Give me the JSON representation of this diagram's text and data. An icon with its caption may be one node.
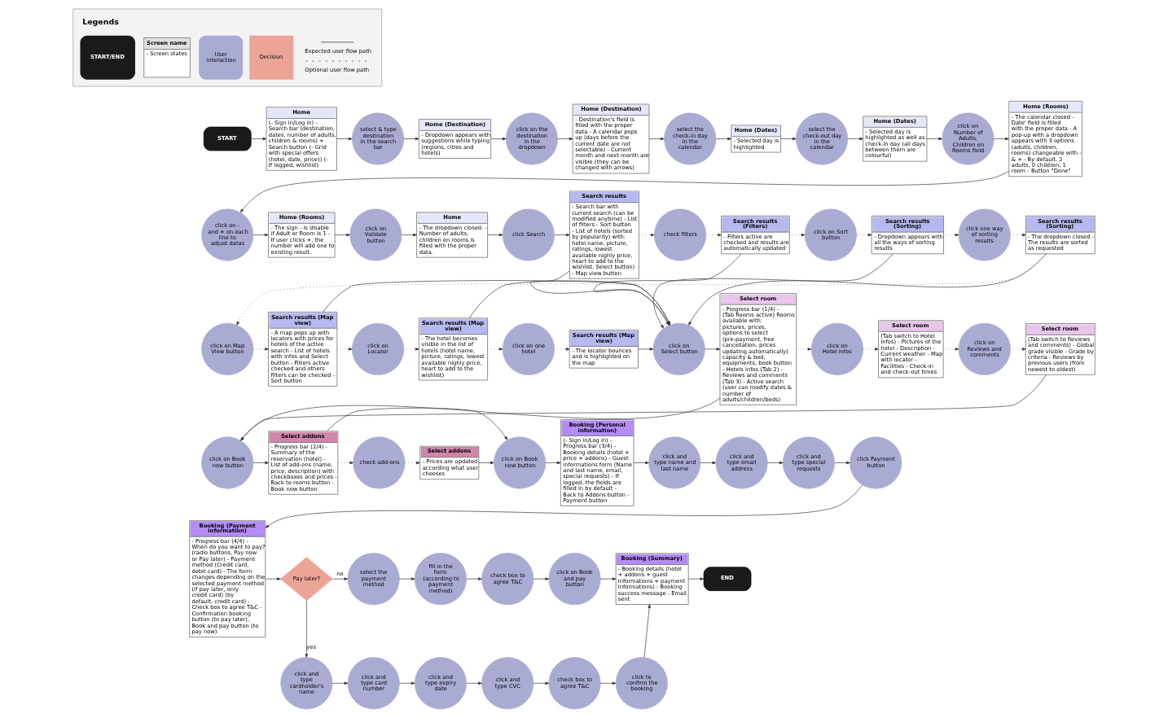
{
  "diagram": {
    "nodes": [
      {
        "text": [
          "START"
        ]
      },
      {
        "text": [
          "Home",
          "(- Sign in/Log in) - Search bar (destination, dates, number of adults, children & rooms) + Search button (- Grid with special offers (hotel, date, price)) (- If logged, wishlist)"
        ]
      },
      {
        "text": [
          "select & type destination in the search bar"
        ]
      },
      {
        "text": [
          "Home (Destination)",
          "- Dropdown appears with suggestions while typing (regions, cities and hotels)"
        ]
      },
      {
        "text": [
          "click on the destination in the dropdown"
        ]
      },
      {
        "text": [
          "Home (Destination)",
          "- Destination's field is filled with the proper data - A calendar pops up (days before the current date are not selectable) - Current month and next month are visible (they can be changed with arrows)"
        ]
      },
      {
        "text": [
          "select the check-in day in the calendar"
        ]
      },
      {
        "text": [
          "Home (Dates)",
          "- Selected day is highlighted"
        ]
      },
      {
        "text": [
          "select the check-out day in the calendar"
        ]
      },
      {
        "text": [
          "Home (Dates)",
          "- Selected day is highlighted as well as check-in day (all days between them are colourful)"
        ]
      },
      {
        "text": [
          "click on Number of Adults, Children en Rooms field"
        ]
      },
      {
        "text": [
          "Home (Rooms)",
          "- The calendar closed - Date' field is filled with the proper data - A pop-up with a dropdown appears with 3 options (adults, children, rooms) changeable with - & + - By default, 2 adults, 0 children, 1 room - Button \"Done\""
        ]
      },
      {
        "text": [
          "click on - and + on each line to adjust datas"
        ]
      },
      {
        "text": [
          "Home (Rooms)",
          "- The sign - is disable if Adult or Room is 1 - If user clicks +, the number will add one to existing result."
        ]
      },
      {
        "text": [
          "click on Validate button"
        ]
      },
      {
        "text": [
          "Home",
          "- The dropdown closed. - Number of adults, children en rooms is filled with the proper data."
        ]
      },
      {
        "text": [
          "click Search"
        ]
      },
      {
        "text": [
          "Search results",
          "- Search bar with current search (can be modified anytime) - List of filters - Sort button - List of hotels (sorted by popularity) with: hotel name, picture, ratings, lowest available nighly price, heart to add to the wishlist, Select button) - Map view button"
        ]
      },
      {
        "text": [
          "check filters"
        ]
      },
      {
        "text": [
          "Search results (Filters)",
          "- Filters active are checked and results are automatically updated"
        ]
      },
      {
        "text": [
          "click on Sort button"
        ]
      },
      {
        "text": [
          "Search results (Sorting)",
          "- Dropdown appears with all the ways of sorting results"
        ]
      },
      {
        "text": [
          "click one way of sorting results"
        ]
      },
      {
        "text": [
          "Search results (Sorting)",
          "- The dropdown closed - The results are sorted as requested"
        ]
      },
      {
        "text": [
          "click on Map View button"
        ]
      },
      {
        "text": [
          "Search results (Map view)",
          "- A map pops up with locators with prices for hotels of the active search - List of hotels with infos and Select button - Filters active checked and others filters can be checked - Sort button"
        ]
      },
      {
        "text": [
          "click on Locator"
        ]
      },
      {
        "text": [
          "Search results (Map view)",
          "- The hotel becomes visible in the list of hotels (hotel name, picture, ratings, lowest available nighly price, heart to add to the wishlist)"
        ]
      },
      {
        "text": [
          "click on one hotel"
        ]
      },
      {
        "text": [
          "Search results (Map view)",
          "- The locator bounces and is highlighted on the map"
        ]
      },
      {
        "text": [
          "click on Select button"
        ]
      },
      {
        "text": [
          "Select room",
          "- Progress bar (1/4) - (Tab Rooms active) Rooms available with: pictures, prices, options to select (pre-payment, free cancellation, prices updating automatically) capacity & bed, equipments, book button - Hotels infos (Tab 2) - Reviews and comments (Tab 3) - Active search (user can modify dates & number of adults/children/beds)"
        ]
      },
      {
        "text": [
          "click on Hotel infos"
        ]
      },
      {
        "text": [
          "Select room",
          "(Tab switch to Hotel Infos) - Pictures of the hotel - Description - Current weather - Map with locator - Facilities - Check-in and check-out times"
        ]
      },
      {
        "text": [
          "click on Reviews and comments"
        ]
      },
      {
        "text": [
          "Select room",
          "(Tab switch to Reviews and comments) - Global grade visible - Grade by criteria - Reviews by previous users (from newest to oldest)"
        ]
      },
      {
        "text": [
          "click on Book now button"
        ]
      },
      {
        "text": [
          "Select addons",
          "- Progress bar (2/4) - Summary of the reservation (hotel) - List of add-ons (name, price, description) with checkboxes and prices - Back to rooms button - Book now button"
        ]
      },
      {
        "text": [
          "check add-ons"
        ]
      },
      {
        "text": [
          "Select addons",
          "- Prices are updated according what user chooses"
        ]
      },
      {
        "text": [
          "click on Book now button"
        ]
      },
      {
        "text": [
          "Booking (Personal information)",
          "(- Sign in/Log in) - Progress bar (3/4) - Booking details (hotel + price + addons) - Guest informations form (Name and last name, email, special requests) - If logged, the fields are filled in by default - Back to Addons button - Payment button"
        ]
      },
      {
        "text": [
          "click and type name and last name"
        ]
      },
      {
        "text": [
          "click and type email address"
        ]
      },
      {
        "text": [
          "click and type special requests"
        ]
      },
      {
        "text": [
          "click Payment button"
        ]
      },
      {
        "text": [
          "Booking (Payment information)",
          "- Progress bar (4/4) - When do you want to pay? (radio buttons, Pay now or Pay later) - Payment method (Credit card, debit card) - The form changes depending on the selected payment method (if pay later, only credit card) (by default, credit card) - Check box to agree T&C - Confirmation booking button (to pay later), Book and pay button (to pay now)"
        ]
      },
      {
        "text": [
          "Pay later?"
        ]
      },
      {
        "text": [
          "select the payment method"
        ]
      },
      {
        "text": [
          "fill in the form (according to payment method)"
        ]
      },
      {
        "text": [
          "check box to agree T&C"
        ]
      },
      {
        "text": [
          "click on Book and pay button"
        ]
      },
      {
        "text": [
          "click and type cardholder's name"
        ]
      },
      {
        "text": [
          "click and type card number"
        ]
      },
      {
        "text": [
          "click and type expiry date"
        ]
      },
      {
        "text": [
          "click and type CVC"
        ]
      },
      {
        "text": [
          "check box to agree T&C"
        ]
      },
      {
        "text": [
          "click to confirm the booking"
        ]
      },
      {
        "text": [
          "Booking (Summary)",
          "- Booking details (hotel + addons + guest informations + payment informations) - Booking success message - Email sent"
        ]
      },
      {
        "text": [
          "END"
        ]
      }
    ],
    "edges": [
      {
        "from": 0,
        "to": 1,
        "arrow": "to"
      },
      {
        "from": 1,
        "to": 2,
        "arrow": "to"
      },
      {
        "from": 2,
        "to": 3,
        "arrow": "to"
      },
      {
        "from": 3,
        "to": 4,
        "arrow": "to"
      },
      {
        "from": 4,
        "to": 5,
        "arrow": "to"
      },
      {
        "from": 5,
        "to": 6,
        "arrow": "to"
      },
      {
        "from": 6,
        "to": 7,
        "arrow": "to"
      },
      {
        "from": 7,
        "to": 8,
        "arrow": "to"
      },
      {
        "from": 8,
        "to": 9,
        "arrow": "to"
      },
      {
        "from": 9,
        "to": 10,
        "arrow": "to"
      },
      {
        "from": 10,
        "to": 11,
        "arrow": "to"
      },
      {
        "from": 11,
        "to": 12,
        "arrow": "to"
      },
      {
        "from": 12,
        "to": 13,
        "arrow": "to"
      },
      {
        "from": 13,
        "to": 14,
        "arrow": "to"
      },
      {
        "from": 14,
        "to": 15,
        "arrow": "to"
      },
      {
        "from": 15,
        "to": 16,
        "arrow": "to"
      },
      {
        "from": 16,
        "to": 17,
        "arrow": "to"
      },
      {
        "from": 17,
        "to": 18,
        "arrow": "to",
        "style": "dashed"
      },
      {
        "from": 18,
        "to": 19,
        "arrow": "to",
        "style": "dashed"
      },
      {
        "from": 19,
        "to": 20,
        "arrow": "to",
        "style": "dashed"
      },
      {
        "from": 20,
        "to": 21,
        "arrow": "to",
        "style": "dashed"
      },
      {
        "from": 21,
        "to": 22,
        "arrow": "to",
        "style": "dashed"
      },
      {
        "from": 22,
        "to": 23,
        "arrow": "to",
        "style": "dashed"
      },
      {
        "from": 23,
        "to": 24,
        "arrow": "to",
        "style": "dashed"
      },
      {
        "from": 24,
        "to": 25,
        "arrow": "to",
        "style": "dashed"
      },
      {
        "from": 25,
        "to": 26,
        "arrow": "to",
        "style": "dashed"
      },
      {
        "from": 26,
        "to": 27,
        "arrow": "to",
        "style": "dashed"
      },
      {
        "from": 27,
        "to": 28,
        "arrow": "to",
        "style": "dashed"
      },
      {
        "from": 28,
        "to": 29,
        "arrow": "to",
        "style": "dashed"
      },
      {
        "from": 29,
        "to": 30,
        "arrow": "to"
      },
      {
        "from": 17,
        "to": 30,
        "arrow": "to"
      },
      {
        "from": 19,
        "to": 30,
        "arrow": "to"
      },
      {
        "from": 21,
        "to": 30,
        "arrow": "to"
      },
      {
        "from": 23,
        "to": 30,
        "arrow": "to"
      },
      {
        "from": 25,
        "to": 30,
        "arrow": "to"
      },
      {
        "from": 27,
        "to": 30,
        "arrow": "to"
      },
      {
        "from": 30,
        "to": 31,
        "arrow": "to"
      },
      {
        "from": 31,
        "to": 32,
        "arrow": "to",
        "style": "dashed"
      },
      {
        "from": 32,
        "to": 33,
        "arrow": "to",
        "style": "dashed"
      },
      {
        "from": 33,
        "to": 34,
        "arrow": "to",
        "style": "dashed"
      },
      {
        "from": 34,
        "to": 35,
        "arrow": "to",
        "style": "dashed"
      },
      {
        "from": 35,
        "to": 36,
        "arrow": "to"
      },
      {
        "from": 31,
        "to": 36,
        "arrow": "to"
      },
      {
        "from": 36,
        "to": 37,
        "arrow": "to"
      },
      {
        "from": 37,
        "to": 38,
        "arrow": "to",
        "style": "dashed"
      },
      {
        "from": 38,
        "to": 39,
        "arrow": "to",
        "style": "dashed"
      },
      {
        "from": 39,
        "to": 40,
        "arrow": "to"
      },
      {
        "from": 37,
        "to": 40,
        "arrow": "to"
      },
      {
        "from": 40,
        "to": 41,
        "arrow": "to"
      },
      {
        "from": 41,
        "to": 42,
        "arrow": "to"
      },
      {
        "from": 42,
        "to": 43,
        "arrow": "to"
      },
      {
        "from": 43,
        "to": 44,
        "arrow": "to"
      },
      {
        "from": 44,
        "to": 45,
        "arrow": "to"
      },
      {
        "from": 45,
        "to": 46,
        "arrow": "to"
      },
      {
        "from": 46,
        "to": 47,
        "arrow": "to"
      },
      {
        "from": 47,
        "to": 48,
        "arrow": "to",
        "label": "no"
      },
      {
        "from": 48,
        "to": 49,
        "arrow": "to"
      },
      {
        "from": 49,
        "to": 50,
        "arrow": "to"
      },
      {
        "from": 50,
        "to": 51,
        "arrow": "to"
      },
      {
        "from": 51,
        "to": 58,
        "arrow": "to"
      },
      {
        "from": 47,
        "to": 52,
        "arrow": "to",
        "label": "yes"
      },
      {
        "from": 52,
        "to": 53,
        "arrow": "to"
      },
      {
        "from": 53,
        "to": 54,
        "arrow": "to"
      },
      {
        "from": 54,
        "to": 55,
        "arrow": "to"
      },
      {
        "from": 55,
        "to": 56,
        "arrow": "to"
      },
      {
        "from": 56,
        "to": 57,
        "arrow": "to"
      },
      {
        "from": 57,
        "to": 58,
        "arrow": "to"
      },
      {
        "from": 58,
        "to": 59,
        "arrow": "to"
      }
    ],
    "labels": [
      "Legends",
      "- Screen states"
    ],
    "legend": [
      {
        "text": "START/END",
        "color": "#1a1a1a"
      },
      {
        "text": "Screen name"
      },
      {
        "text": "User interaction",
        "color": "#a9abd3"
      },
      {
        "text": "Decision",
        "color": "#eca497"
      },
      {
        "text": "Expected user flow path"
      },
      {
        "text": "Optional user flow path"
      }
    ]
  }
}
